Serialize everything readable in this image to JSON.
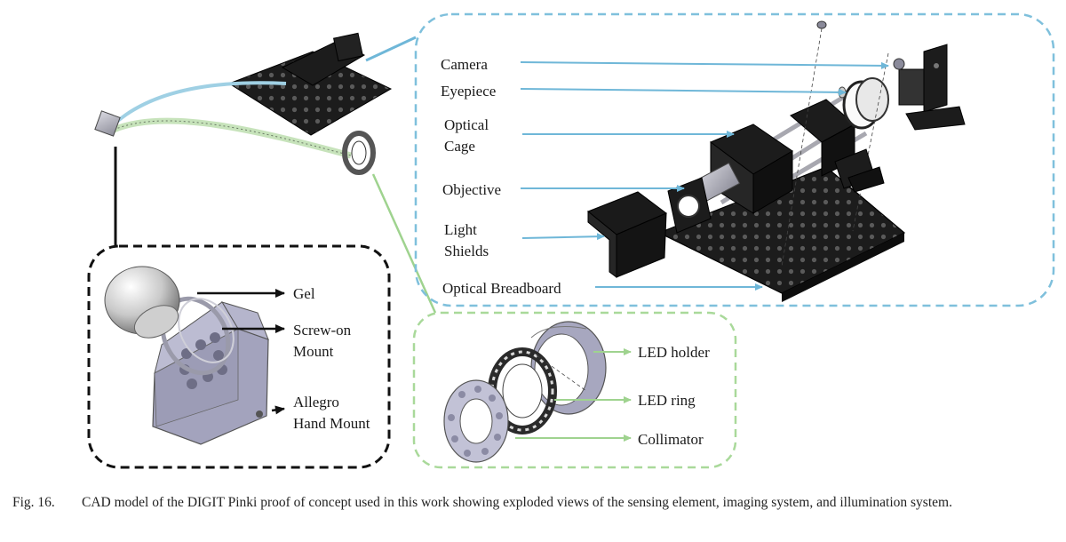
{
  "labels": {
    "camera": "Camera",
    "eyepiece": "Eyepiece",
    "optical_cage_1": "Optical",
    "optical_cage_2": "Cage",
    "objective": "Objective",
    "light_shields_1": "Light",
    "light_shields_2": "Shields",
    "optical_breadboard": "Optical Breadboard",
    "gel": "Gel",
    "screw_on_1": "Screw-on",
    "screw_on_2": "Mount",
    "allegro_1": "Allegro",
    "allegro_2": "Hand Mount",
    "led_holder": "LED holder",
    "led_ring": "LED ring",
    "collimator": "Collimator"
  },
  "caption": {
    "number": "Fig. 16.",
    "text": "CAD model of the DIGIT Pinki proof of concept used in this work showing exploded views of the sensing element, imaging system, and illumination system."
  },
  "colors": {
    "imaging_box": "#7fc0dc",
    "illumination_box": "#a9d99a",
    "sensing_box": "#111111",
    "black_part": "#1c1c1c",
    "metal": "#b9b9c2"
  }
}
